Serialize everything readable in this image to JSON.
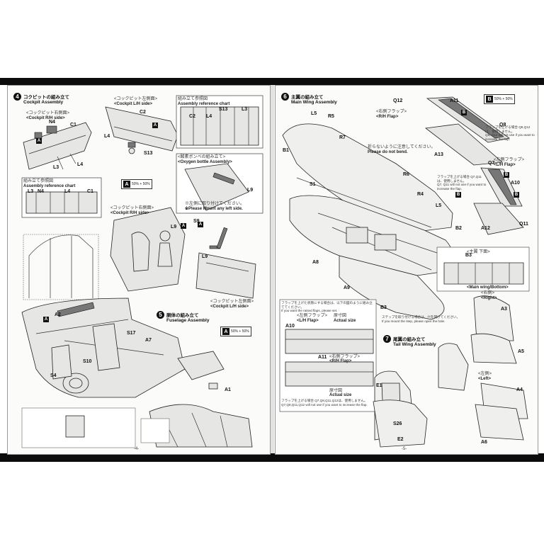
{
  "left_page": {
    "sections": {
      "cockpit": {
        "num": "4",
        "title_jp": "コクピットの組み立て",
        "title_en": "Cockpit Assembly"
      },
      "fuselage": {
        "num": "5",
        "title_jp": "胴体の組み立て",
        "title_en": "Fuselage Assembly"
      }
    },
    "cockpit_rh_jp": "<コックピット右側面>",
    "cockpit_rh_en": "<Cockpit R/H side>",
    "cockpit_lh_jp": "<コックピット左側面>",
    "cockpit_lh_en": "<Cockpit L/H side>",
    "assembly_ref_jp": "組み立て参照図",
    "assembly_ref_en": "Assembly reference chart",
    "oxygen_jp": "<酸素ボンベの組み立て>",
    "oxygen_en": "<Oxygen bottle Assembly>",
    "oxygen_note_jp": "※左側に取り付けてください。",
    "oxygen_note_en": "※Please Mount any left side.",
    "cockpit_lh2_jp": "<コックピット左側面>",
    "cockpit_lh2_en": "<Cockpit L/H side>",
    "cockpit_rh2_jp": "<コックピット右側面>",
    "cockpit_rh2_en": "<Cockpit R/H side>",
    "color_a": {
      "letter": "A",
      "mix": "50% + 50%"
    },
    "color_a2": {
      "letter": "A",
      "mix": "50% + 50%"
    },
    "labels": {
      "n4": "N4",
      "c1": "C1",
      "l3": "L3",
      "l4": "L4",
      "c2": "C2",
      "l4b": "L4",
      "s13": "S13",
      "n4b": "N4",
      "l4c": "L4",
      "c1b": "C1",
      "l3b": "L3",
      "s13b": "S13",
      "l3c": "L3",
      "c2b": "C2",
      "l4d": "L4",
      "s9": "S9",
      "l9": "L9",
      "l9b": "L9",
      "l9c": "L9",
      "a2": "A2",
      "s17": "S17",
      "a7": "A7",
      "s10": "S10",
      "s4": "S4",
      "a1": "A1",
      "ax1": "A",
      "ax2": "A",
      "ax3": "A",
      "ax4": "A",
      "ax5": "A"
    },
    "page_number": "-4-"
  },
  "right_page": {
    "sections": {
      "main_wing": {
        "num": "6",
        "title_jp": "主翼の組み立て",
        "title_en": "Main Wing Assembly"
      },
      "tail_wing": {
        "num": "7",
        "title_jp": "尾翼の組み立て",
        "title_en": "Tail Wing Assembly"
      }
    },
    "rh_flap_jp": "<右側フラップ>",
    "rh_flap_en": "<R/H Flap>",
    "lh_flap_jp": "<左側フラップ>",
    "lh_flap_en": "<L/H Flap>",
    "no_bend_jp": "折らないように注意してください。",
    "no_bend_en": "Please do not bend.",
    "flap_q_jp": "フラップを上げる場合 Q8,Q12は、使用しません。",
    "flap_q_en": "Q8, Q12 will not use if you want to increase the flap.",
    "flap_q2_jp": "フラップを上げる場合 Q7,Q11は、使用しません。",
    "flap_q2_en": "Q7, Q11 will not use if you want to increase the flap.",
    "raised_flap_jp": "フラップを上げた状態にする場合は、以下の図のように組み立ててください。",
    "raised_flap_en": "If you want the raised flaps, please set.",
    "lh_flap2_jp": "<左側フラップ>",
    "lh_flap2_en": "<L/H Flap>",
    "rh_flap2_jp": "<右側フラップ>",
    "rh_flap2_en": "<R/H Flap>",
    "actual_size_jp": "原寸図",
    "actual_size_en": "Actual size",
    "actual_size2_jp": "原寸図",
    "actual_size2_en": "Actual size",
    "flap_up_jp": "フラップを上げる場合 Q7,Q8,Q11,Q12は、使用しません。",
    "flap_up_en": "Q7,Q8,Q11,Q12 will not use if you want to increase the flap.",
    "step_jp": "ステップを取り付ける場合は、穴を開けてください。",
    "step_en": "If you mount the step, please open the hole.",
    "main_wing_bottom_jp": "<主翼 下面>",
    "main_wing_bottom_en": "<Main wing/Bottom>",
    "right_jp": "<右側>",
    "right_en": "<Right>",
    "left_jp": "<左側>",
    "left_en": "<Left>",
    "color_b": {
      "letter": "B",
      "mix": "50% + 50%"
    },
    "labels": {
      "q12": "Q12",
      "a11": "A11",
      "l5": "L5",
      "r5": "R5",
      "b1": "B1",
      "r7": "R7",
      "q8": "Q8",
      "a13": "A13",
      "q7": "Q7",
      "r6": "R6",
      "s1": "S1",
      "r4": "R4",
      "l5b": "L5",
      "a10": "A10",
      "b2": "B2",
      "a12": "A12",
      "q11": "Q11",
      "b3": "B3",
      "a8": "A8",
      "a9": "A9",
      "b3b": "B3",
      "a10b": "A10",
      "a11b": "A11",
      "a3": "A3",
      "a5": "A5",
      "e1": "E1",
      "s26": "S26",
      "e2": "E2",
      "a4": "A4",
      "a6": "A6",
      "bx1": "B",
      "bx2": "B",
      "bx3": "B",
      "bx4": "B"
    },
    "page_number": "-5-"
  }
}
